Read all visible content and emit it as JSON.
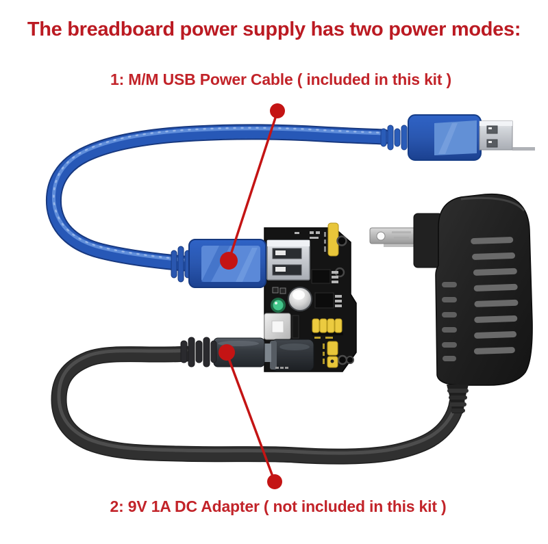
{
  "title": {
    "text": "The breadboard power supply has two power modes:",
    "color": "#bb1a22"
  },
  "callouts": {
    "usb": {
      "label": "1: M/M USB Power Cable ( included in this kit )"
    },
    "dc": {
      "label": "2: 9V 1A DC Adapter ( not included in this kit )"
    },
    "label_color": "#c22329",
    "leader_color": "#c41414"
  },
  "illustration": {
    "background": "#ffffff",
    "usb_cable_color": "#2c5fc2",
    "usb_connector_face_color": "#6290d6",
    "usb_port_metal_color": "#c3c6cc",
    "dc_cable_color": "#303030",
    "adapter_body_color": "#1f1f1f",
    "module_board_color": "#141414",
    "jumper_color": "#e8c63a",
    "led_color": "#43c78b"
  }
}
